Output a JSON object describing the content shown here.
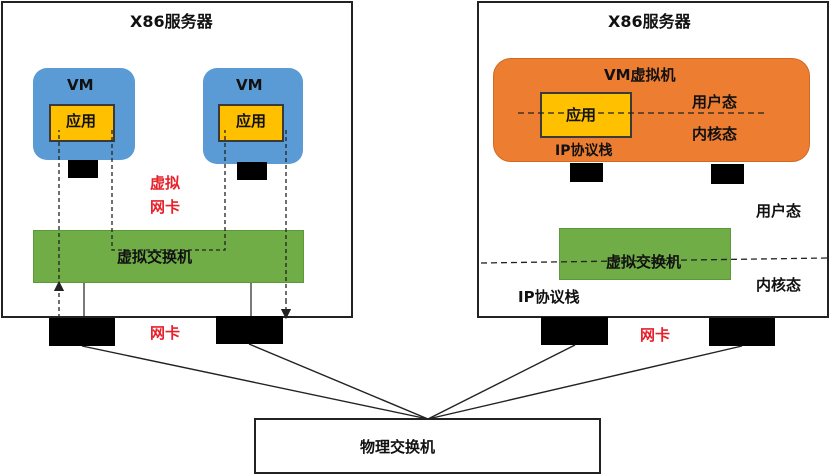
{
  "left_server": {
    "title": "X86服务器",
    "vm1": {
      "title": "VM",
      "app": "应用"
    },
    "vm2": {
      "title": "VM",
      "app": "应用"
    },
    "vnic_label_line1": "虚拟",
    "vnic_label_line2": "网卡",
    "vswitch": "虚拟交换机",
    "nic_label": "网卡"
  },
  "right_server": {
    "title": "X86服务器",
    "vm": {
      "title": "VM虚拟机",
      "app": "应用",
      "user_mode": "用户态",
      "kernel_mode": "内核态",
      "ip_stack": "IP协议栈"
    },
    "user_mode": "用户态",
    "vswitch": "虚拟交换机",
    "kernel_mode": "内核态",
    "ip_stack": "IP协议栈",
    "nic_label": "网卡"
  },
  "physical_switch": "物理交换机",
  "colors": {
    "vm_blue": "#5b9bd5",
    "app_yellow": "#ffc000",
    "vswitch_green": "#70ad47",
    "vm_orange": "#ed7d31",
    "label_red": "#e8202a"
  }
}
